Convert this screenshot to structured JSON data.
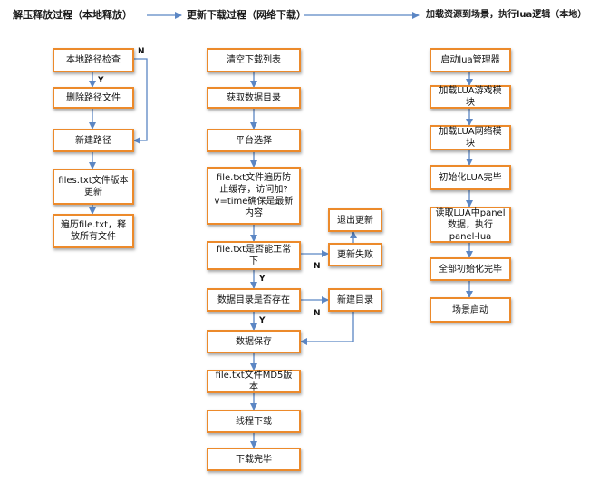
{
  "headers": {
    "col1": "解压释放过程（本地释放）",
    "col2": "更新下载过程（网络下载）",
    "col3": "加载资源到场景，执行lua逻辑（本地）"
  },
  "col1": {
    "check_path": "本地路径检查",
    "delete_files": "删除路径文件",
    "new_path": "新建路径",
    "update_version": "files.txt文件版本更新",
    "release_files": "遍历file.txt，释放所有文件"
  },
  "col2": {
    "clear_list": "清空下载列表",
    "get_dir": "获取数据目录",
    "platform": "平台选择",
    "avoid_cache": "file.txt文件遍历防止缓存，访问加?v=time确保是最新内容",
    "file_ok": "file.txt是否能正常下",
    "dir_exists": "数据目录是否存在",
    "save_data": "数据保存",
    "md5_version": "file.txt文件MD5版本",
    "thread_download": "线程下载",
    "download_done": "下载完毕",
    "exit_update": "退出更新",
    "update_failed": "更新失败",
    "new_dir": "新建目录"
  },
  "col3": {
    "start_lua": "启动lua管理器",
    "load_game": "加载LUA游戏模块",
    "load_net": "加载LUA网络模块",
    "init_done": "初始化LUA完毕",
    "read_panel": "读取LUA中panel数据，执行panel-lua",
    "all_init": "全部初始化完毕",
    "scene_start": "场景启动"
  },
  "branch_labels": {
    "yes": "Y",
    "no": "N"
  },
  "colors": {
    "box_border": "#ec8a2b",
    "arrow": "#5b86c4"
  }
}
